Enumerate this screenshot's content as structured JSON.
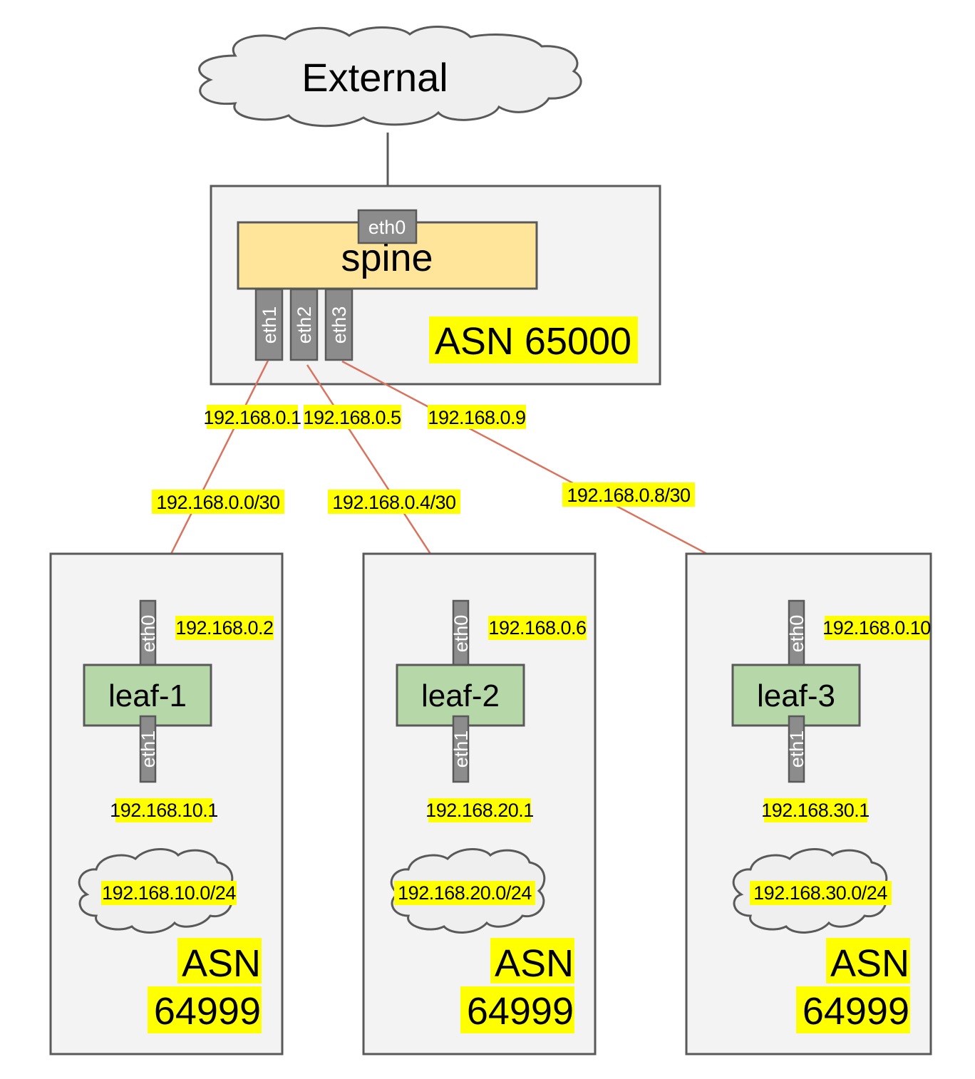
{
  "external": {
    "label": "External"
  },
  "spine": {
    "label": "spine",
    "asn": "ASN 65000",
    "ports": {
      "eth0": "eth0",
      "eth1": "eth1",
      "eth2": "eth2",
      "eth3": "eth3"
    }
  },
  "links": [
    {
      "spine_ip": "192.168.0.1",
      "subnet": "192.168.0.0/30",
      "leaf_ip": "192.168.0.2"
    },
    {
      "spine_ip": "192.168.0.5",
      "subnet": "192.168.0.4/30",
      "leaf_ip": "192.168.0.6"
    },
    {
      "spine_ip": "192.168.0.9",
      "subnet": "192.168.0.8/30",
      "leaf_ip": "192.168.0.10"
    }
  ],
  "leaves": [
    {
      "label": "leaf-1",
      "eth0": "eth0",
      "eth1": "eth1",
      "eth1_ip": "192.168.10.1",
      "lan": "192.168.10.0/24",
      "asn_line1": "ASN",
      "asn_line2": "64999"
    },
    {
      "label": "leaf-2",
      "eth0": "eth0",
      "eth1": "eth1",
      "eth1_ip": "192.168.20.1",
      "lan": "192.168.20.0/24",
      "asn_line1": "ASN",
      "asn_line2": "64999"
    },
    {
      "label": "leaf-3",
      "eth0": "eth0",
      "eth1": "eth1",
      "eth1_ip": "192.168.30.1",
      "lan": "192.168.30.0/24",
      "asn_line1": "ASN",
      "asn_line2": "64999"
    }
  ],
  "colors": {
    "spine_fill": "#ffe599",
    "leaf_fill": "#b6d7a8",
    "link": "#d9735e",
    "highlight": "#ffff00"
  }
}
